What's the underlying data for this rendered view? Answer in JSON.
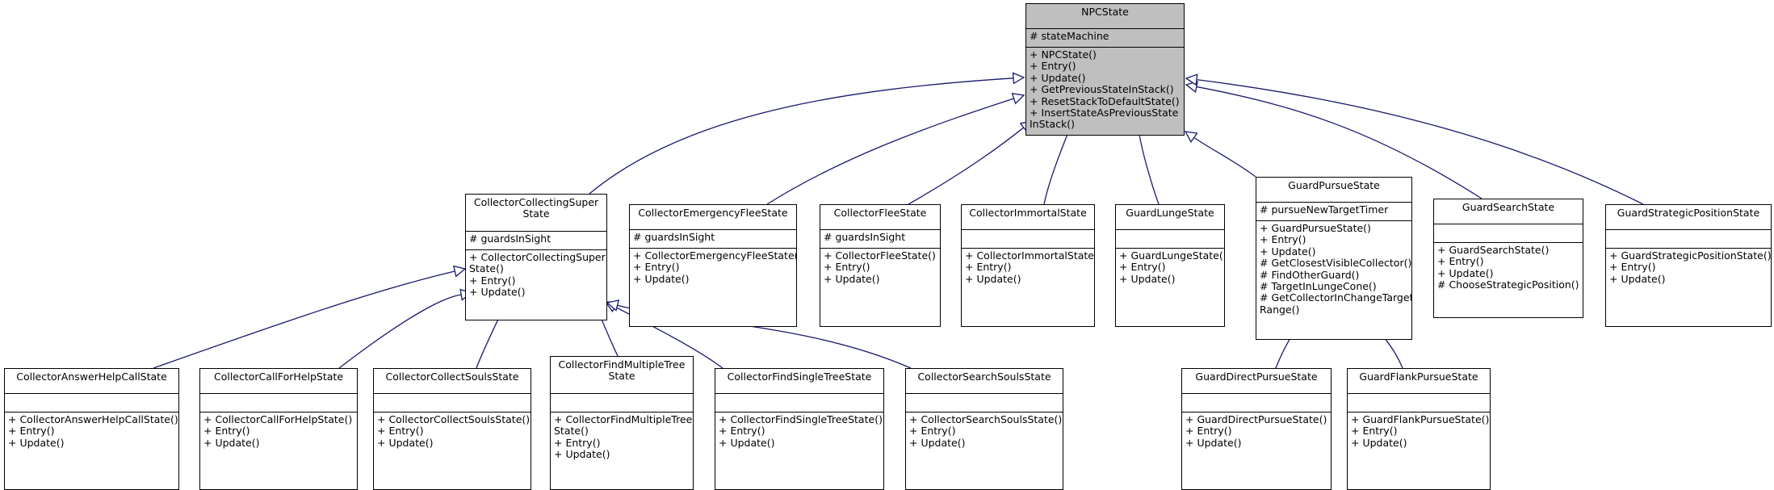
{
  "diagram": {
    "colors": {
      "edge": "#191970",
      "box_border": "#000000",
      "root_fill": "#bfbfbf",
      "box_fill": "#ffffff"
    },
    "classes": [
      {
        "id": "npcstate",
        "title": [
          "NPCState"
        ],
        "attributes": [
          "# stateMachine"
        ],
        "methods": [
          "+ NPCState()",
          "+ Entry()",
          "+ Update()",
          "+ GetPreviousStateInStack()",
          "+ ResetStackToDefaultState()",
          "+ InsertStateAsPreviousState",
          "InStack()"
        ]
      },
      {
        "id": "collectingsuper",
        "title": [
          "CollectorCollectingSuper",
          "State"
        ],
        "attributes": [
          "# guardsInSight"
        ],
        "methods": [
          "+ CollectorCollectingSuper",
          "State()",
          "+ Entry()",
          "+ Update()"
        ]
      },
      {
        "id": "emergencyflee",
        "title": [
          "CollectorEmergencyFleeState"
        ],
        "attributes": [
          "# guardsInSight"
        ],
        "methods": [
          "+ CollectorEmergencyFleeState()",
          "+ Entry()",
          "+ Update()"
        ]
      },
      {
        "id": "flee",
        "title": [
          "CollectorFleeState"
        ],
        "attributes": [
          "# guardsInSight"
        ],
        "methods": [
          "+ CollectorFleeState()",
          "+ Entry()",
          "+ Update()"
        ]
      },
      {
        "id": "immortal",
        "title": [
          "CollectorImmortalState"
        ],
        "attributes": [],
        "methods": [
          "+ CollectorImmortalState()",
          "+ Entry()",
          "+ Update()"
        ]
      },
      {
        "id": "lunge",
        "title": [
          "GuardLungeState"
        ],
        "attributes": [],
        "methods": [
          "+ GuardLungeState()",
          "+ Entry()",
          "+ Update()"
        ]
      },
      {
        "id": "pursue",
        "title": [
          "GuardPursueState"
        ],
        "attributes": [
          "# pursueNewTargetTimer"
        ],
        "methods": [
          "+ GuardPursueState()",
          "+ Entry()",
          "+ Update()",
          "# GetClosestVisibleCollector()",
          "# FindOtherGuard()",
          "# TargetInLungeCone()",
          "# GetCollectorInChangeTarget",
          "Range()"
        ]
      },
      {
        "id": "search",
        "title": [
          "GuardSearchState"
        ],
        "attributes": [],
        "methods": [
          "+ GuardSearchState()",
          "+ Entry()",
          "+ Update()",
          "# ChooseStrategicPosition()"
        ]
      },
      {
        "id": "strategic",
        "title": [
          "GuardStrategicPositionState"
        ],
        "attributes": [],
        "methods": [
          "+ GuardStrategicPositionState()",
          "+ Entry()",
          "+ Update()"
        ]
      },
      {
        "id": "answerhelp",
        "title": [
          "CollectorAnswerHelpCallState"
        ],
        "attributes": [],
        "methods": [
          "+ CollectorAnswerHelpCallState()",
          "+ Entry()",
          "+ Update()"
        ]
      },
      {
        "id": "callforhelp",
        "title": [
          "CollectorCallForHelpState"
        ],
        "attributes": [],
        "methods": [
          "+ CollectorCallForHelpState()",
          "+ Entry()",
          "+ Update()"
        ]
      },
      {
        "id": "collectsouls",
        "title": [
          "CollectorCollectSoulsState"
        ],
        "attributes": [],
        "methods": [
          "+ CollectorCollectSoulsState()",
          "+ Entry()",
          "+ Update()"
        ]
      },
      {
        "id": "findmultiple",
        "title": [
          "CollectorFindMultipleTree",
          "State"
        ],
        "attributes": [],
        "methods": [
          "+ CollectorFindMultipleTree",
          "State()",
          "+ Entry()",
          "+ Update()"
        ]
      },
      {
        "id": "findsingle",
        "title": [
          "CollectorFindSingleTreeState"
        ],
        "attributes": [],
        "methods": [
          "+ CollectorFindSingleTreeState()",
          "+ Entry()",
          "+ Update()"
        ]
      },
      {
        "id": "searchsouls",
        "title": [
          "CollectorSearchSoulsState"
        ],
        "attributes": [],
        "methods": [
          "+ CollectorSearchSoulsState()",
          "+ Entry()",
          "+ Update()"
        ]
      },
      {
        "id": "directpursue",
        "title": [
          "GuardDirectPursueState"
        ],
        "attributes": [],
        "methods": [
          "+ GuardDirectPursueState()",
          "+ Entry()",
          "+ Update()"
        ]
      },
      {
        "id": "flankpursue",
        "title": [
          "GuardFlankPursueState"
        ],
        "attributes": [],
        "methods": [
          "+ GuardFlankPursueState()",
          "+ Entry()",
          "+ Update()"
        ]
      }
    ],
    "inheritance": [
      {
        "child": "collectingsuper",
        "parent": "npcstate"
      },
      {
        "child": "emergencyflee",
        "parent": "npcstate"
      },
      {
        "child": "flee",
        "parent": "npcstate"
      },
      {
        "child": "immortal",
        "parent": "npcstate"
      },
      {
        "child": "lunge",
        "parent": "npcstate"
      },
      {
        "child": "pursue",
        "parent": "npcstate"
      },
      {
        "child": "search",
        "parent": "npcstate"
      },
      {
        "child": "strategic",
        "parent": "npcstate"
      },
      {
        "child": "answerhelp",
        "parent": "collectingsuper"
      },
      {
        "child": "callforhelp",
        "parent": "collectingsuper"
      },
      {
        "child": "collectsouls",
        "parent": "collectingsuper"
      },
      {
        "child": "findmultiple",
        "parent": "collectingsuper"
      },
      {
        "child": "findsingle",
        "parent": "collectingsuper"
      },
      {
        "child": "searchsouls",
        "parent": "collectingsuper"
      },
      {
        "child": "directpursue",
        "parent": "pursue"
      },
      {
        "child": "flankpursue",
        "parent": "pursue"
      }
    ]
  }
}
